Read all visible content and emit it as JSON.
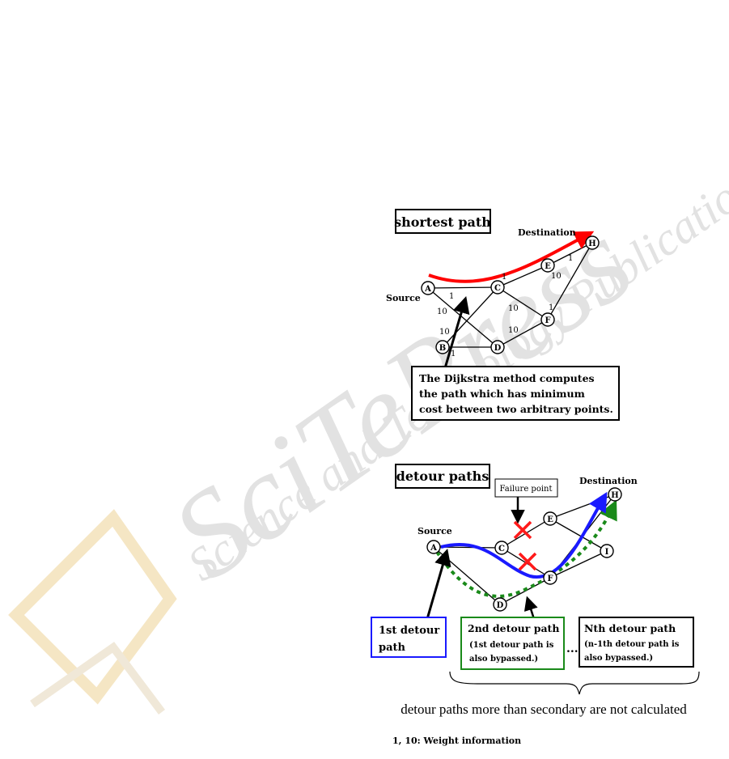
{
  "watermark": {
    "brand": "SciTePress",
    "tagline": "Science and Technology Publications"
  },
  "top_diagram": {
    "title": "shortest path",
    "source_label": "Source",
    "destination_label": "Destination",
    "nodes": [
      "A",
      "B",
      "C",
      "D",
      "E",
      "F",
      "H"
    ],
    "edge_weights": {
      "AC": "1",
      "AD": "10",
      "BC": "10",
      "BD": "1",
      "CE": "1",
      "CF": "10",
      "DF": "10",
      "EH": "1",
      "EC_lower": "10",
      "FH": "1"
    },
    "callout": [
      "The Dijkstra method computes",
      "the path which has minimum",
      "cost between two arbitrary points."
    ]
  },
  "bottom_diagram": {
    "title": "detour paths",
    "source_label": "Source",
    "destination_label": "Destination",
    "failure_label": "Failure point",
    "nodes": [
      "A",
      "C",
      "D",
      "E",
      "F",
      "H",
      "I"
    ],
    "box1": [
      "1st detour",
      "path"
    ],
    "box2": [
      "2nd detour path",
      "(1st detour path is",
      "also bypassed.)"
    ],
    "ellipsis": "...",
    "boxN": [
      "Nth detour path",
      "(n-1th detour path is",
      "also bypassed.)"
    ],
    "brace_caption": "detour paths more than secondary are not calculated",
    "colors": {
      "path1": "#1a1aff",
      "path2": "#1a8a1a",
      "failure": "#ff1a1a",
      "shortest": "#ff0000"
    }
  },
  "footer": "1, 10: Weight information"
}
